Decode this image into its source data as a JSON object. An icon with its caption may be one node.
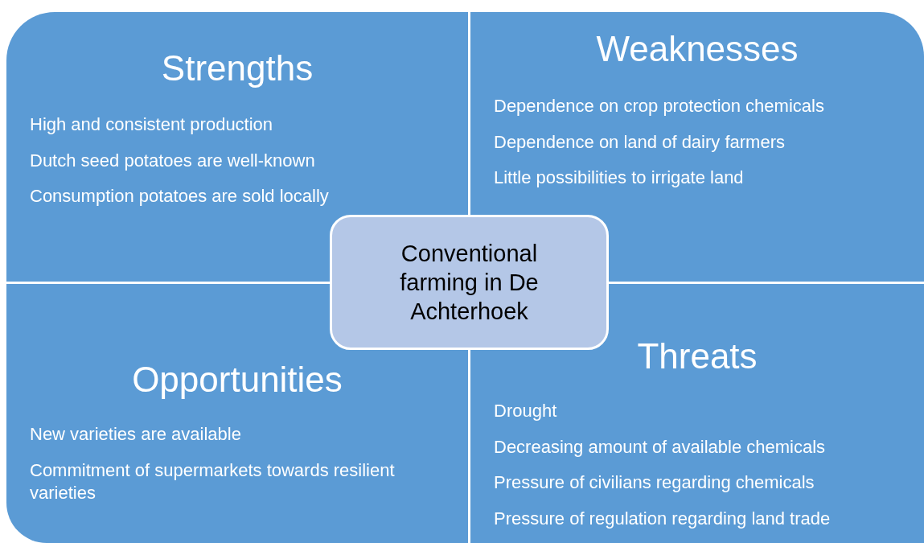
{
  "diagram": {
    "nodes": [
      {
        "text": [
          "Strengths",
          "High and consistent production",
          "Dutch seed potatoes are well-known",
          "Consumption potatoes are sold locally"
        ]
      },
      {
        "text": [
          "Weaknesses",
          "Dependence on crop protection chemicals",
          "Dependence on land of dairy farmers",
          "Little possibilities to irrigate land"
        ]
      },
      {
        "text": [
          "Opportunities",
          "New varieties are available",
          "Commitment of supermarkets towards resilient varieties"
        ]
      },
      {
        "text": [
          "Threats",
          "Drought",
          "Decreasing amount of available chemicals",
          "Pressure of civilians regarding chemicals",
          "Pressure of regulation regarding land trade"
        ]
      },
      {
        "text": [
          "Conventional farming in De Achterhoek"
        ]
      }
    ]
  }
}
